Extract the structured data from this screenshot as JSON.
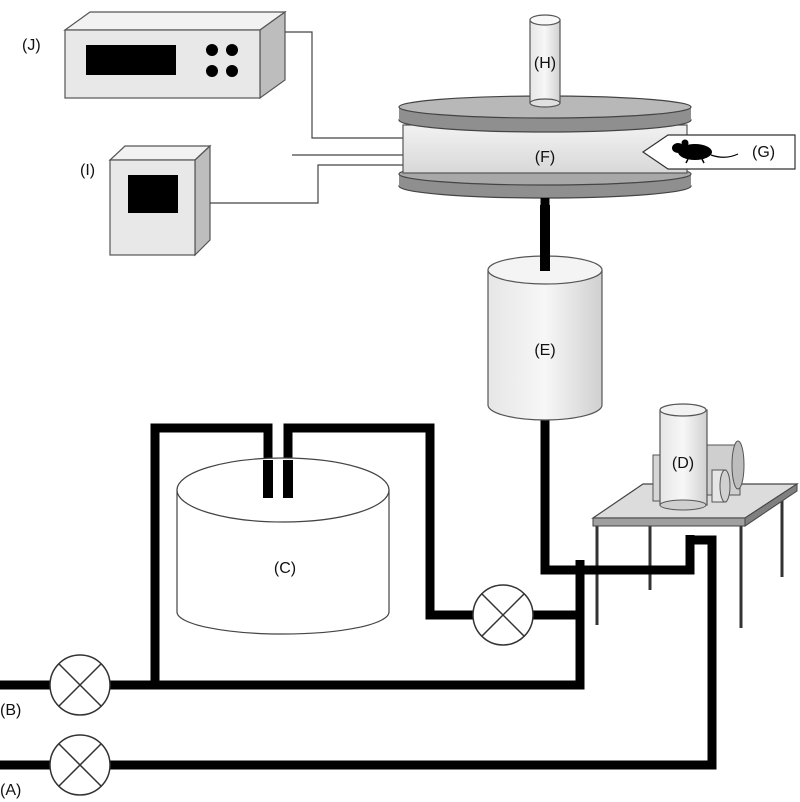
{
  "labels": {
    "A": "(A)",
    "B": "(B)",
    "C": "(C)",
    "D": "(D)",
    "E": "(E)",
    "F": "(F)",
    "G": "(G)",
    "H": "(H)",
    "I": "(I)",
    "J": "(J)"
  },
  "colors": {
    "pipe": "#000000",
    "device_fill": "#e8e8e8",
    "device_side": "#bdbdbd",
    "plate": "#8f8f8f",
    "screen": "#000000"
  }
}
